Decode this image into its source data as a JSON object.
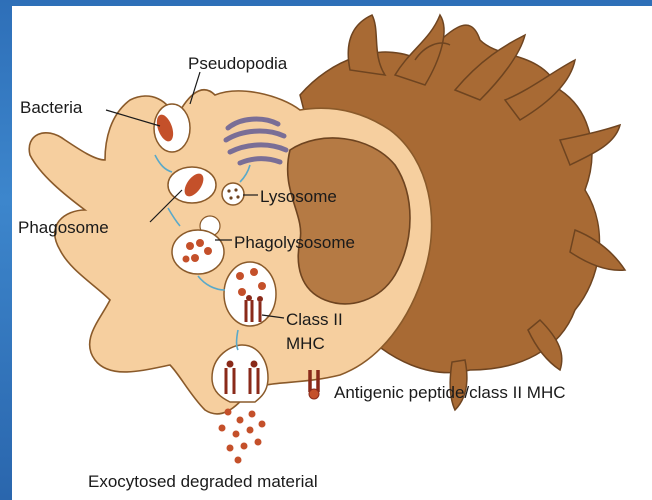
{
  "labels": {
    "pseudopodia": "Pseudopodia",
    "bacteria": "Bacteria",
    "phagosome": "Phagosome",
    "lysosome": "Lysosome",
    "phagolysosome": "Phagolysosome",
    "class_ii_line1": "Class II",
    "class_ii_line2": "MHC",
    "antigenic_peptide": "Antigenic peptide/class II MHC",
    "exocytosed": "Exocytosed degraded material"
  },
  "colors": {
    "cytoplasm": "#f6cf9f",
    "nucleus": "#b57a44",
    "cell_back": "#a86a34",
    "bacteria": "#c4502a",
    "mhc": "#8a2a1a",
    "golgi": "#9b8fb3",
    "arrow": "#5aa9c9"
  }
}
